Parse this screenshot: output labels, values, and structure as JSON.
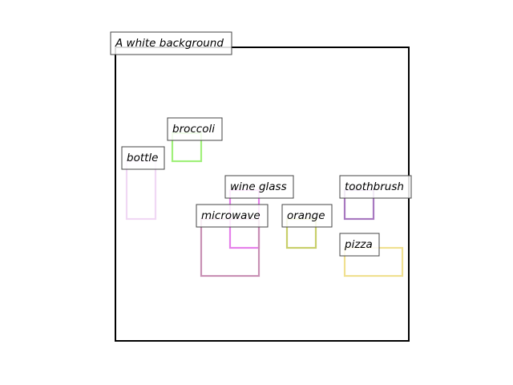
{
  "scene": {
    "caption": "A white background",
    "frame_color": "#000000",
    "objects": [
      {
        "id": "broccoli",
        "label": "broccoli",
        "color": "#a0f07a"
      },
      {
        "id": "bottle",
        "label": "bottle",
        "color": "#f0d8f4"
      },
      {
        "id": "wine-glass",
        "label": "wine glass",
        "color": "#e680ea"
      },
      {
        "id": "microwave",
        "label": "microwave",
        "color": "#c890b4"
      },
      {
        "id": "orange",
        "label": "orange",
        "color": "#c8cf6a"
      },
      {
        "id": "toothbrush",
        "label": "toothbrush",
        "color": "#a878c0"
      },
      {
        "id": "pizza",
        "label": "pizza",
        "color": "#f0e090"
      }
    ]
  }
}
